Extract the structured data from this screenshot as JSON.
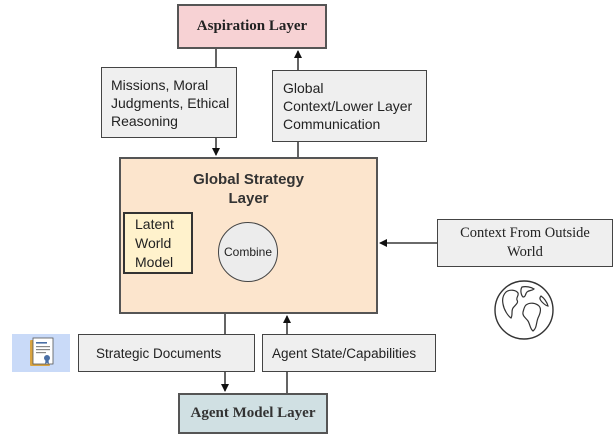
{
  "diagram": {
    "aspiration_layer": "Aspiration Layer",
    "missions_box": [
      "Missions, Moral",
      "Judgments, Ethical",
      "Reasoning"
    ],
    "global_context_box": [
      "Global",
      "Context/Lower Layer",
      "Communication"
    ],
    "global_strategy_layer": [
      "Global Strategy",
      "Layer"
    ],
    "latent_world_model": [
      "Latent",
      "World",
      "Model"
    ],
    "combine": "Combine",
    "context_outside": [
      "Context From Outside",
      "World"
    ],
    "strategic_documents": "Strategic Documents",
    "agent_state": "Agent State/Capabilities",
    "agent_model_layer": "Agent Model Layer"
  },
  "colors": {
    "aspiration_fill": "#f7d2d4",
    "strategy_fill": "#fce5cd",
    "latent_fill": "#fff2cc",
    "agent_model_fill": "#d0e0e3",
    "info_box_fill": "#efefef",
    "document_icon_bg": "#c9daf8"
  },
  "icons": [
    "document-icon",
    "globe-icon"
  ]
}
